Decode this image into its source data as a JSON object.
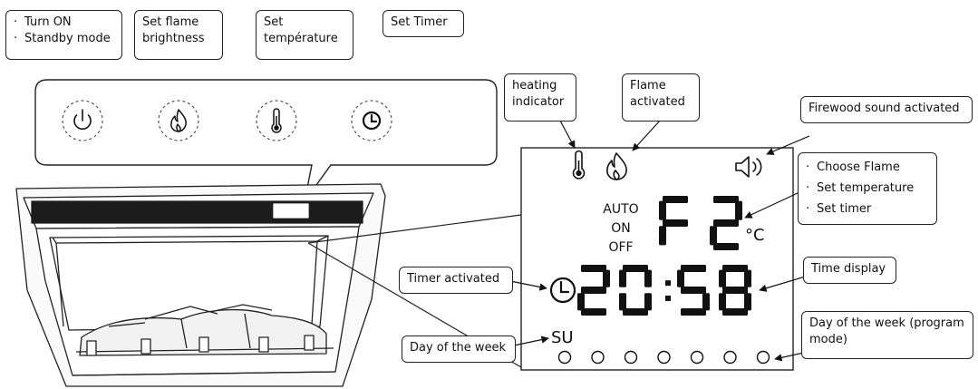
{
  "callouts": {
    "power": [
      "Turn ON",
      "Standby mode"
    ],
    "flame_brightness": [
      "Set flame",
      "brightness"
    ],
    "temperature": [
      "Set",
      "température"
    ],
    "timer": "Set Timer",
    "heating_indicator": [
      "heating",
      "indicator"
    ],
    "flame_activated": [
      "Flame",
      "activated"
    ],
    "firewood_sound": "Firewood sound activated",
    "functions": [
      "Choose Flame",
      "Set temperature",
      "Set timer"
    ],
    "timer_activated": "Timer activated",
    "time_display": "Time display",
    "day_of_week": "Day of the week",
    "day_program": [
      "Day of the week (program",
      "mode)"
    ]
  },
  "display": {
    "modes": [
      "AUTO",
      "ON",
      "OFF"
    ],
    "flame_code": "F2",
    "unit": "°C",
    "time": "20:58",
    "day": "SU",
    "day_dot_count": 7
  }
}
